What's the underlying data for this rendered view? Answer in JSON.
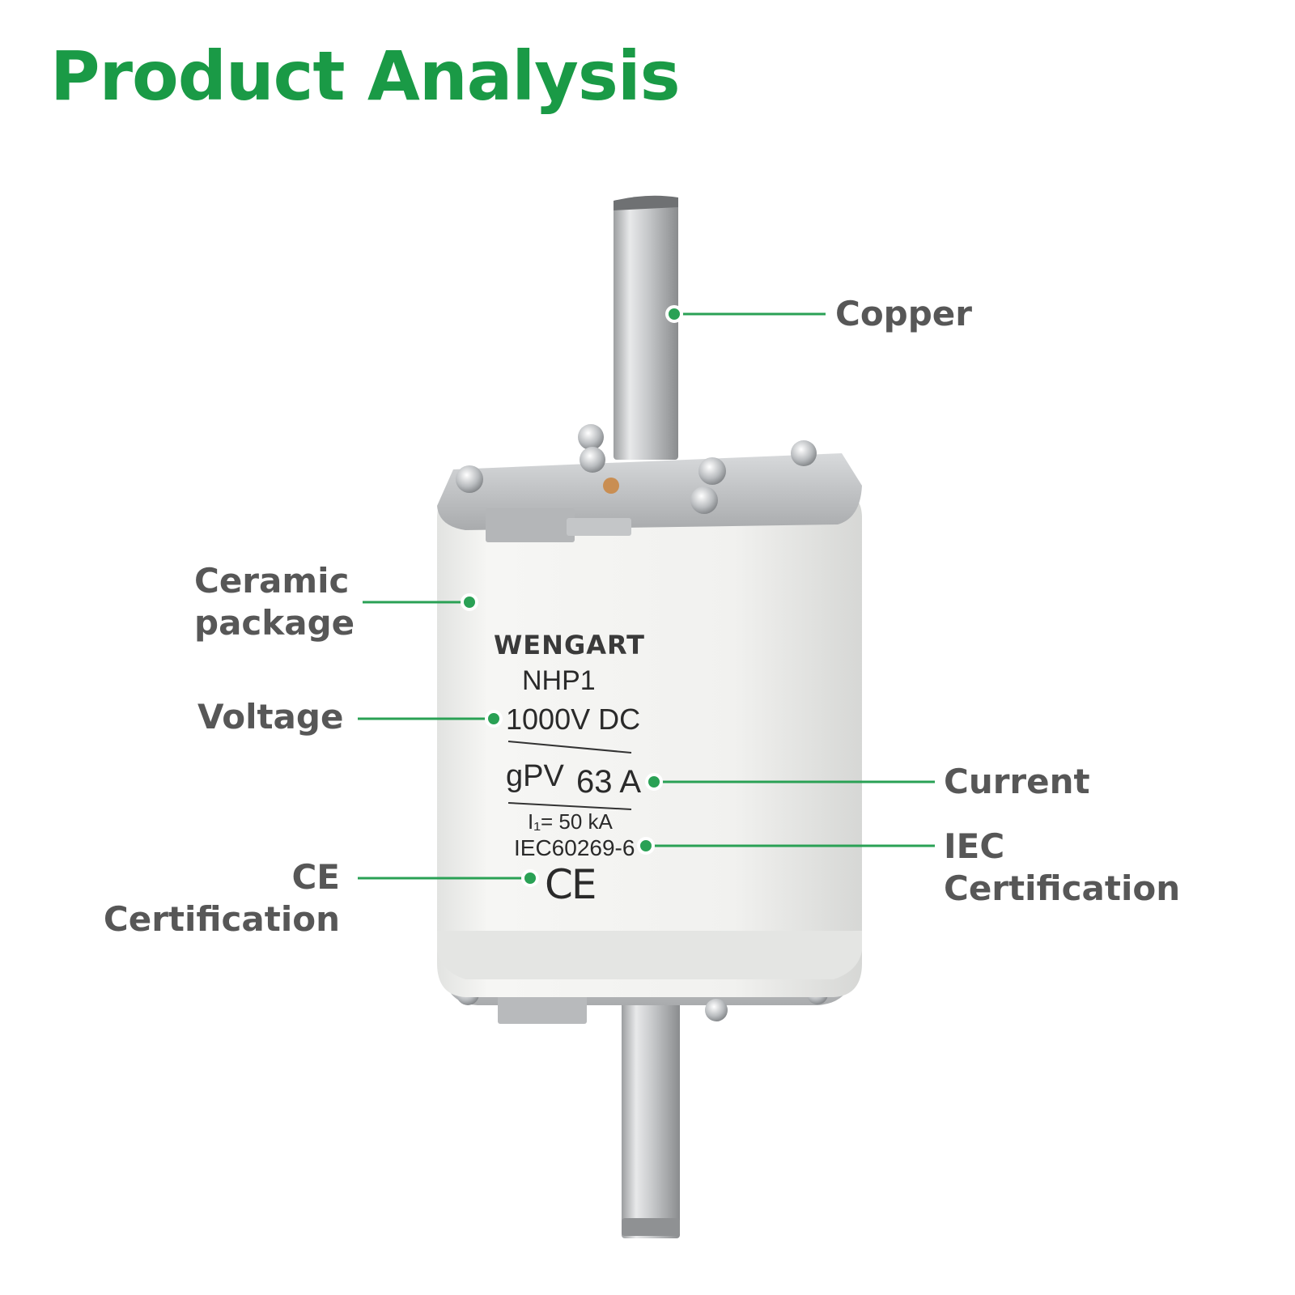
{
  "title": "Product Analysis",
  "colors": {
    "title": "#1a9a46",
    "leader": "#2aa155",
    "label": "#575757"
  },
  "callouts": {
    "copper": "Copper",
    "ceramic_line1": "Ceramic",
    "ceramic_line2": "package",
    "voltage": "Voltage",
    "current": "Current",
    "iec_line1": "IEC",
    "iec_line2": "Certification",
    "ce_line1": "CE",
    "ce_line2": "Certification"
  },
  "fuse_label": {
    "brand": "WENGART",
    "model": "NHP1",
    "voltage": "1000V DC",
    "class": "gPV",
    "current": "63 A",
    "breaking": "I₁= 50 kA",
    "standard": "IEC60269-6",
    "mark": "CE"
  }
}
